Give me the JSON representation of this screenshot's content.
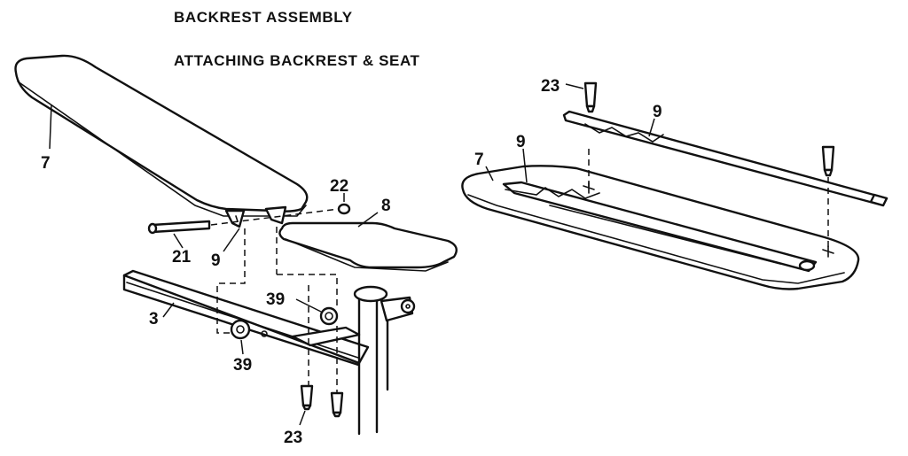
{
  "titles": {
    "line1": "BACKREST ASSEMBLY",
    "line2": "ATTACHING BACKREST & SEAT"
  },
  "callouts": {
    "c7_left": "7",
    "c21": "21",
    "c9_left": "9",
    "c22": "22",
    "c8": "8",
    "c3": "3",
    "c39_upper": "39",
    "c39_lower": "39",
    "c23_bottom": "23",
    "c23_top": "23",
    "c9_top": "9",
    "c9_right": "9",
    "c7_right": "7"
  }
}
